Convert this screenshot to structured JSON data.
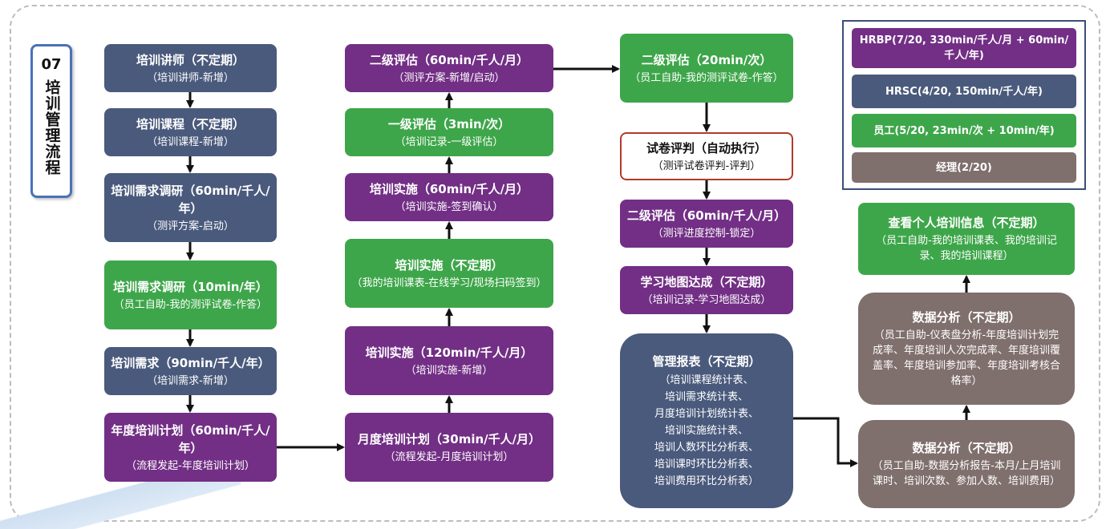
{
  "section": {
    "number": "07",
    "title": "培训管理流程"
  },
  "legend": [
    {
      "label": "HRBP(7/20, 330min/千人/月 + 60min/千人/年)",
      "color": "#722f85"
    },
    {
      "label": "HRSC(4/20, 150min/千人/年)",
      "color": "#4a5a7c"
    },
    {
      "label": "员工(5/20, 23min/次 + 10min/年)",
      "color": "#3ea64a"
    },
    {
      "label": "经理(2/20)",
      "color": "#7f6f6d"
    }
  ],
  "col1": [
    {
      "title": "培训讲师（不定期）",
      "sub": "（培训讲师-新增）",
      "role": "HRSC"
    },
    {
      "title": "培训课程（不定期）",
      "sub": "（培训课程-新增）",
      "role": "HRSC"
    },
    {
      "title": "培训需求调研（60min/千人/年）",
      "sub": "（测评方案-启动）",
      "role": "HRSC"
    },
    {
      "title": "培训需求调研（10min/年）",
      "sub": "（员工自助-我的测评试卷-作答）",
      "role": "员工"
    },
    {
      "title": "培训需求（90min/千人/年）",
      "sub": "（培训需求-新增）",
      "role": "HRSC"
    },
    {
      "title": "年度培训计划（60min/千人/年）",
      "sub": "（流程发起-年度培训计划）",
      "role": "HRBP"
    }
  ],
  "col2": [
    {
      "title": "二级评估（60min/千人/月）",
      "sub": "（测评方案-新增/启动）",
      "role": "HRBP"
    },
    {
      "title": "一级评估（3min/次）",
      "sub": "（培训记录-一级评估）",
      "role": "员工"
    },
    {
      "title": "培训实施（60min/千人/月）",
      "sub": "（培训实施-签到确认）",
      "role": "HRBP"
    },
    {
      "title": "培训实施（不定期）",
      "sub": "（我的培训课表-在线学习/现场扫码签到）",
      "role": "员工"
    },
    {
      "title": "培训实施（120min/千人/月）",
      "sub": "（培训实施-新增）",
      "role": "HRBP"
    },
    {
      "title": "月度培训计划（30min/千人/月）",
      "sub": "（流程发起-月度培训计划）",
      "role": "HRBP"
    }
  ],
  "col3": [
    {
      "title": "二级评估（20min/次）",
      "sub": "（员工自助-我的测评试卷-作答）",
      "role": "员工"
    },
    {
      "title": "试卷评判（自动执行）",
      "sub": "（测评试卷评判-评判）",
      "role": "自动"
    },
    {
      "title": "二级评估（60min/千人/月）",
      "sub": "（测评进度控制-锁定）",
      "role": "HRBP"
    },
    {
      "title": "学习地图达成（不定期）",
      "sub": "（培训记录-学习地图达成）",
      "role": "HRBP"
    },
    {
      "title": "管理报表（不定期）",
      "sub_lines": [
        "（培训课程统计表、",
        "培训需求统计表、",
        "月度培训计划统计表、",
        "培训实施统计表、",
        "培训人数环比分析表、",
        "培训课时环比分析表、",
        "培训费用环比分析表）"
      ],
      "role": "HRSC"
    }
  ],
  "col4": [
    {
      "title": "查看个人培训信息（不定期）",
      "sub": "（员工自助-我的培训课表、我的培训记录、我的培训课程）",
      "role": "员工"
    },
    {
      "title": "数据分析（不定期）",
      "sub": "（员工自助-仪表盘分析-年度培训计划完成率、年度培训人次完成率、年度培训覆盖率、年度培训参加率、年度培训考核合格率）",
      "role": "经理"
    },
    {
      "title": "数据分析（不定期）",
      "sub": "（员工自助-数据分析报告-本月/上月培训课时、培训次数、参加人数、培训费用）",
      "role": "经理"
    }
  ]
}
